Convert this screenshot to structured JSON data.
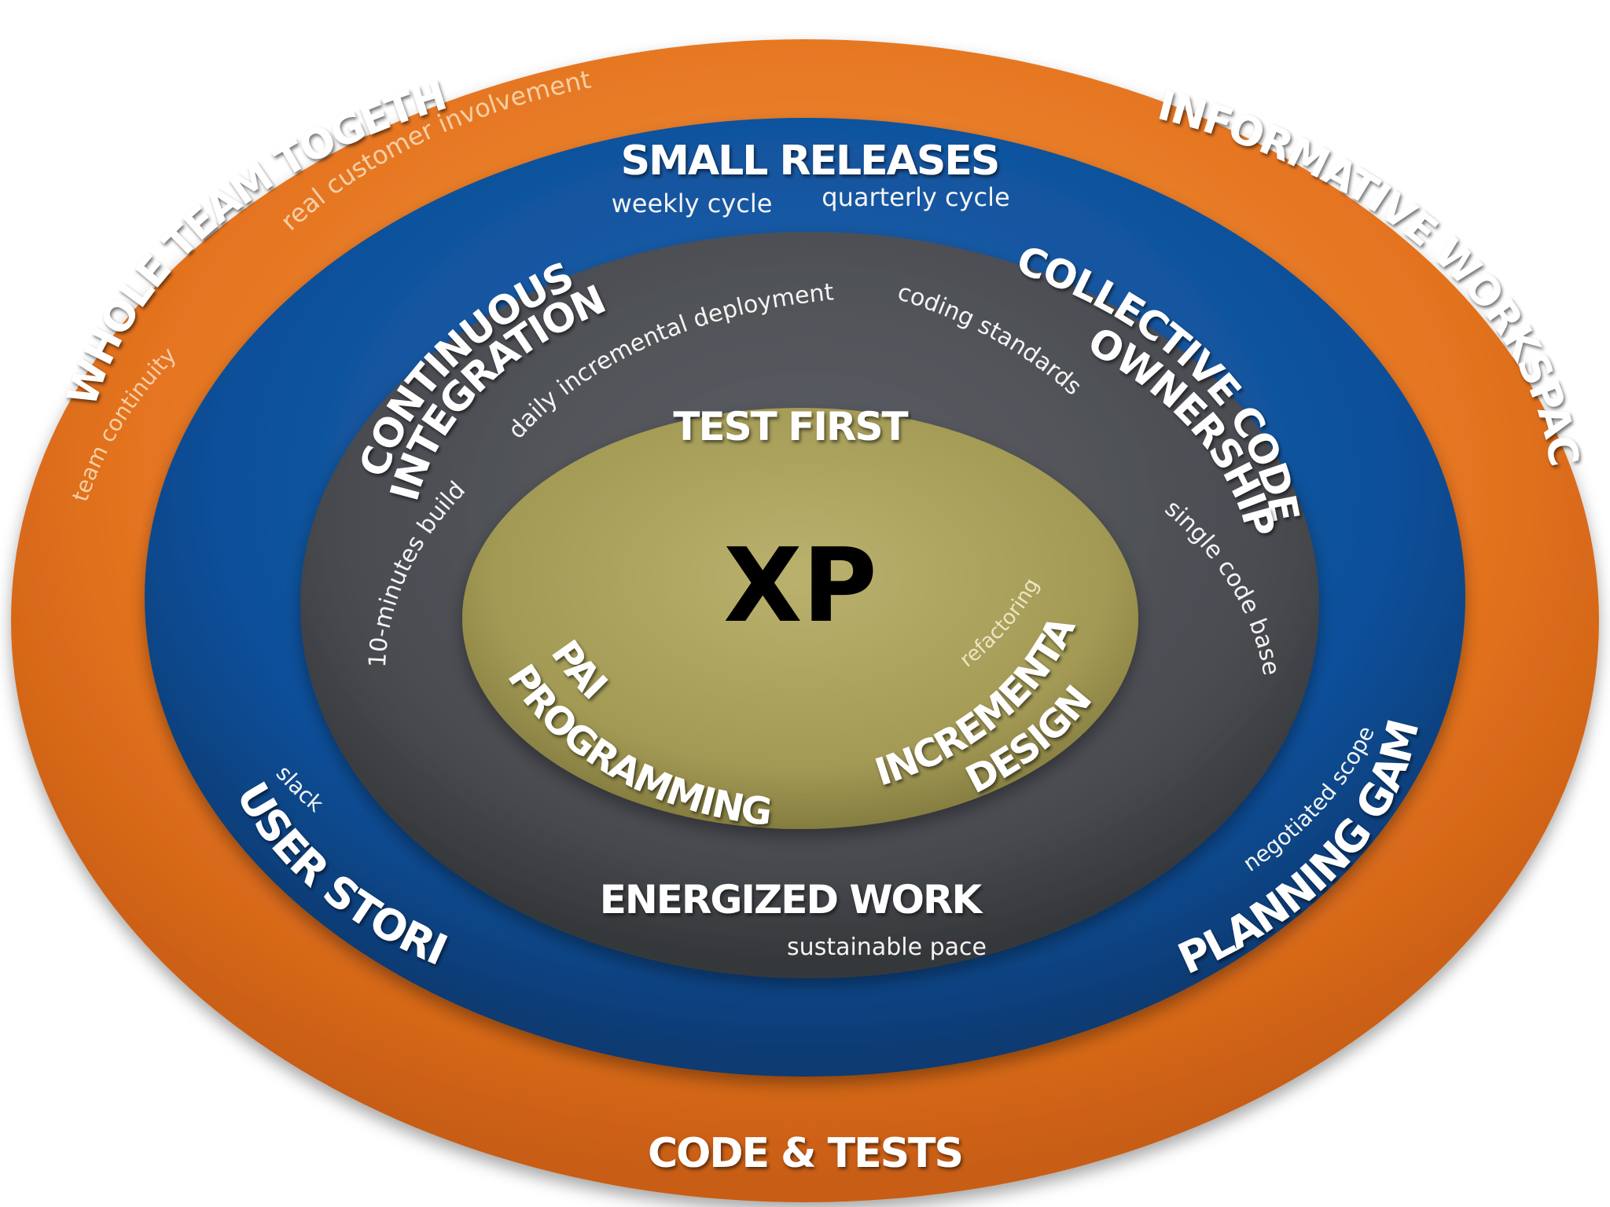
{
  "center": {
    "label": "XP"
  },
  "rings": {
    "outer": {
      "color": "#e57420",
      "practices": {
        "whole_team": {
          "title": "WHOLE TEAM TOGETHER",
          "notes": [
            "real customer involvement",
            "team continuity"
          ]
        },
        "informative_workspace": {
          "title": "INFORMATIVE WORKSPACE"
        },
        "code_tests": {
          "title": "CODE & TESTS"
        }
      }
    },
    "blue": {
      "color": "#0d4f99",
      "practices": {
        "small_releases": {
          "title": "SMALL RELEASES",
          "notes": [
            "weekly cycle",
            "quarterly cycle"
          ]
        },
        "user_stories": {
          "title": "USER STORIES",
          "notes": [
            "slack"
          ]
        },
        "planning_game": {
          "title": "PLANNING GAME",
          "notes": [
            "negotiated scope"
          ]
        }
      }
    },
    "gray": {
      "color": "#4a4c51",
      "practices": {
        "continuous_integration": {
          "title_lines": [
            "CONTINUOUS",
            "INTEGRATION"
          ],
          "notes": [
            "daily incremental deployment",
            "10-minutes build"
          ]
        },
        "collective_code": {
          "title_lines": [
            "COLLECTIVE CODE",
            "OWNERSHIP"
          ],
          "notes": [
            "coding standards",
            "single code base"
          ]
        },
        "energized_work": {
          "title": "ENERGIZED WORK",
          "notes": [
            "sustainable pace"
          ]
        }
      }
    },
    "inner": {
      "color": "#a39a55",
      "practices": {
        "test_first": {
          "title": "TEST FIRST"
        },
        "pair_programming": {
          "title_lines": [
            "PAIR",
            "PROGRAMMING"
          ]
        },
        "incremental_design": {
          "title_lines": [
            "INCREMENTAL",
            "DESIGN"
          ],
          "notes": [
            "refactoring"
          ]
        }
      }
    }
  }
}
